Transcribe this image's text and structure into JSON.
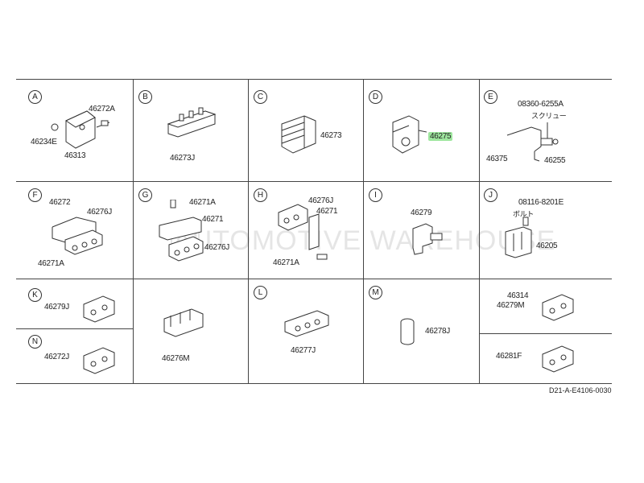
{
  "cells": {
    "A": {
      "letter": "A",
      "labels": [
        "46272A",
        "46234E",
        "46313"
      ]
    },
    "B": {
      "letter": "B",
      "labels": [
        "46273J"
      ]
    },
    "C": {
      "letter": "C",
      "labels": [
        "46273"
      ]
    },
    "D": {
      "letter": "D",
      "labels": [
        "46275"
      ]
    },
    "E": {
      "letter": "E",
      "labels": [
        "08360-6255A",
        "スクリュー",
        "46375",
        "46255"
      ]
    },
    "F": {
      "letter": "F",
      "labels": [
        "46272",
        "46276J",
        "46271A"
      ]
    },
    "G": {
      "letter": "G",
      "labels": [
        "46271A",
        "46271",
        "46276J"
      ]
    },
    "H": {
      "letter": "H",
      "labels": [
        "46276J",
        "46271",
        "46271A"
      ]
    },
    "I": {
      "letter": "I",
      "labels": [
        "46279"
      ]
    },
    "J": {
      "letter": "J",
      "labels": [
        "08116-8201E",
        "ボルト",
        "46205"
      ]
    },
    "K": {
      "letter": "K",
      "labels": [
        "46279J"
      ]
    },
    "N": {
      "letter": "N",
      "labels": [
        "46272J"
      ]
    },
    "blank": {
      "labels": [
        "46276M"
      ]
    },
    "L": {
      "letter": "L",
      "labels": [
        "46277J"
      ]
    },
    "M": {
      "letter": "M",
      "labels": [
        "46278J"
      ]
    },
    "last_top": {
      "labels": [
        "46314",
        "46279M"
      ]
    },
    "last_bottom": {
      "labels": [
        "46281F"
      ]
    }
  },
  "highlight_color": "#9ee69e",
  "watermark": "AUTOMOTIVE WAREHOUSE",
  "diagram_code": "D21-A-E4106-0030"
}
